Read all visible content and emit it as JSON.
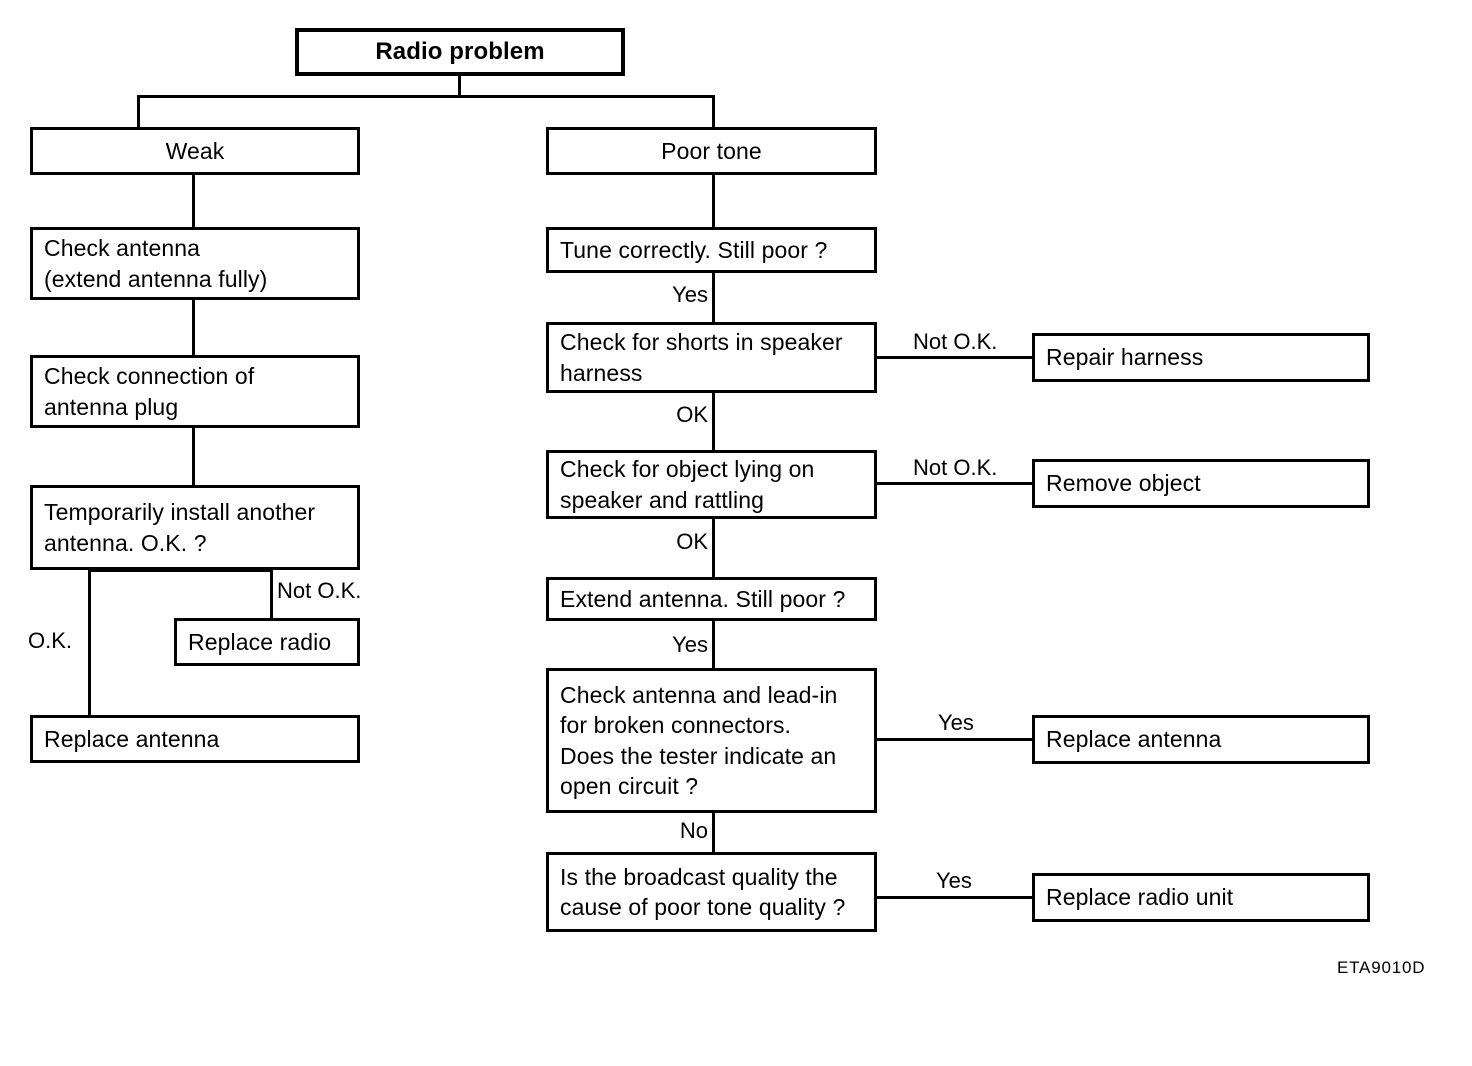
{
  "diagram": {
    "title_box": {
      "label": "Radio problem"
    },
    "branches": {
      "left": {
        "label": "Weak"
      },
      "right": {
        "label": "Poor tone"
      }
    },
    "left_branch_steps": [
      {
        "id": "check-antenna",
        "label": "Check antenna\n(extend antenna fully)"
      },
      {
        "id": "check-connection",
        "label": "Check connection of\nantenna plug"
      },
      {
        "id": "temporary-antenna",
        "label": "Temporarily install another\nantenna. O.K. ?"
      },
      {
        "id": "replace-antenna-left",
        "label": "Replace antenna"
      }
    ],
    "left_branch_outcome": {
      "id": "replace-radio",
      "label": "Replace radio"
    },
    "left_branch_edge_labels": {
      "ok": "O.K.",
      "not_ok": "Not O.K."
    },
    "right_branch_steps": [
      {
        "id": "tune-correctly",
        "label": "Tune correctly. Still poor ?"
      },
      {
        "id": "check-shorts",
        "label": "Check for shorts in speaker\nharness"
      },
      {
        "id": "check-object",
        "label": "Check for object lying on\nspeaker and rattling"
      },
      {
        "id": "extend-antenna",
        "label": "Extend antenna. Still poor ?"
      },
      {
        "id": "check-lead-in",
        "label": "Check antenna and lead-in\nfor broken connectors.\nDoes the tester indicate an\nopen circuit ?"
      },
      {
        "id": "broadcast-quality",
        "label": "Is the broadcast quality the\ncause of poor tone quality ?"
      }
    ],
    "right_branch_outcomes": [
      {
        "id": "repair-harness",
        "label": "Repair harness"
      },
      {
        "id": "remove-object",
        "label": "Remove object"
      },
      {
        "id": "replace-antenna-right",
        "label": "Replace antenna"
      },
      {
        "id": "replace-radio-unit",
        "label": "Replace radio unit"
      }
    ],
    "right_branch_edge_labels": {
      "yes_tune": "Yes",
      "ok_shorts": "OK",
      "ok_object": "OK",
      "yes_extend": "Yes",
      "no_lead_in": "No",
      "not_ok_shorts": "Not O.K.",
      "not_ok_object": "Not O.K.",
      "yes_lead_in": "Yes",
      "yes_broadcast": "Yes"
    },
    "figure_code": "ETA9010D"
  }
}
